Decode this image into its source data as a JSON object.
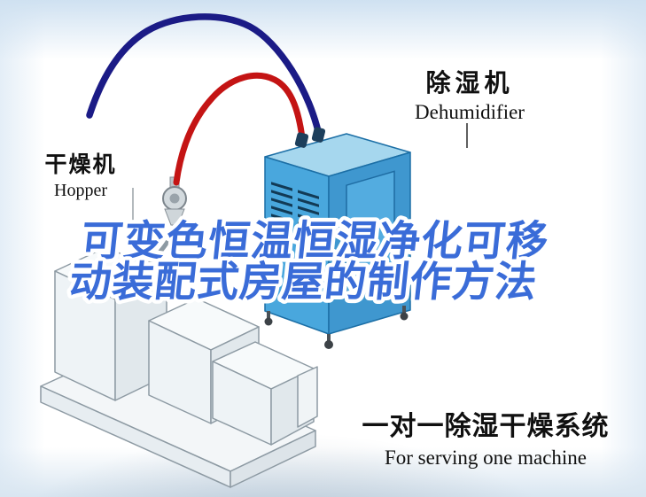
{
  "figure": {
    "title_overlay": {
      "line1": "可变色恒温恒湿净化可移",
      "line2": "动装配式房屋的制作方法"
    },
    "labels": {
      "dehumidifier_cn": "除湿机",
      "dehumidifier_en": "Dehumidifier",
      "dryer_cn": "干燥机",
      "dryer_en": "Hopper"
    },
    "caption": {
      "cn": "一对一除湿干燥系统",
      "en": "For serving one machine"
    },
    "colors": {
      "title_fill": "#3a6cd8",
      "title_outline": "#ffffff",
      "pipe_blue": "#1b1b86",
      "pipe_red": "#c41414",
      "dehumidifier_front": "#49a7dd",
      "dehumidifier_side": "#3f97cf",
      "dehumidifier_top": "#a6d7ee"
    }
  }
}
